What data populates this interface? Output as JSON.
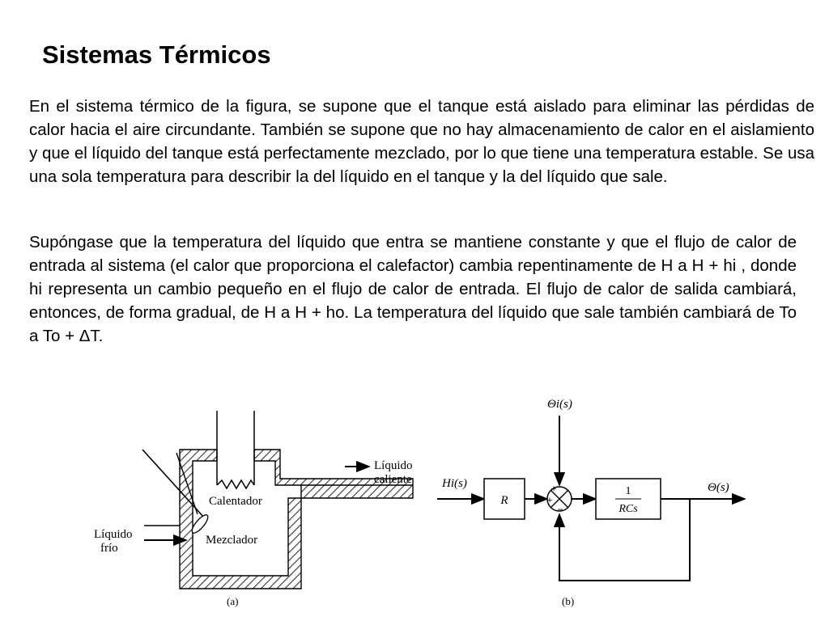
{
  "slide": {
    "title": "Sistemas Térmicos",
    "paragraph_1": "En el  sistema térmico de la figura,  se supone que el tanque está aislado para eliminar las pérdidas de calor hacia el aire circundante. También se supone que no hay almacenamiento de calor en el aislamiento y que el líquido del tanque está perfectamente mezclado, por lo que tiene una temperatura estable. Se usa una sola temperatura para describir la del líquido en el tanque y la del líquido que sale.",
    "paragraph_2": "Supóngase que la temperatura del líquido que entra se mantiene constante y que el flujo de calor de entrada al sistema (el calor que proporciona el calefactor) cambia repentinamente de H a H + hi , donde hi representa un cambio pequeño en el flujo de calor de entrada. El flujo de calor de salida cambiará, entonces, de forma gradual, de H a H + ho. La temperatura del líquido que sale también cambiará de To a To + ΔT."
  },
  "figure_a": {
    "label_hot_line1": "Líquido",
    "label_hot_line2": "caliente",
    "label_heater": "Calentador",
    "label_mixer": "Mezclador",
    "label_cold_line1": "Líquido",
    "label_cold_line2": "frío",
    "caption": "(a)"
  },
  "figure_b": {
    "input_top": "Θi(s)",
    "input_left": "Hi(s)",
    "block_r": "R",
    "block_num": "1",
    "block_den": "RCs",
    "output": "Θ(s)",
    "sum_sign_top": "+",
    "sum_sign_left": "+",
    "sum_sign_bottom": "−",
    "caption": "(b)"
  }
}
